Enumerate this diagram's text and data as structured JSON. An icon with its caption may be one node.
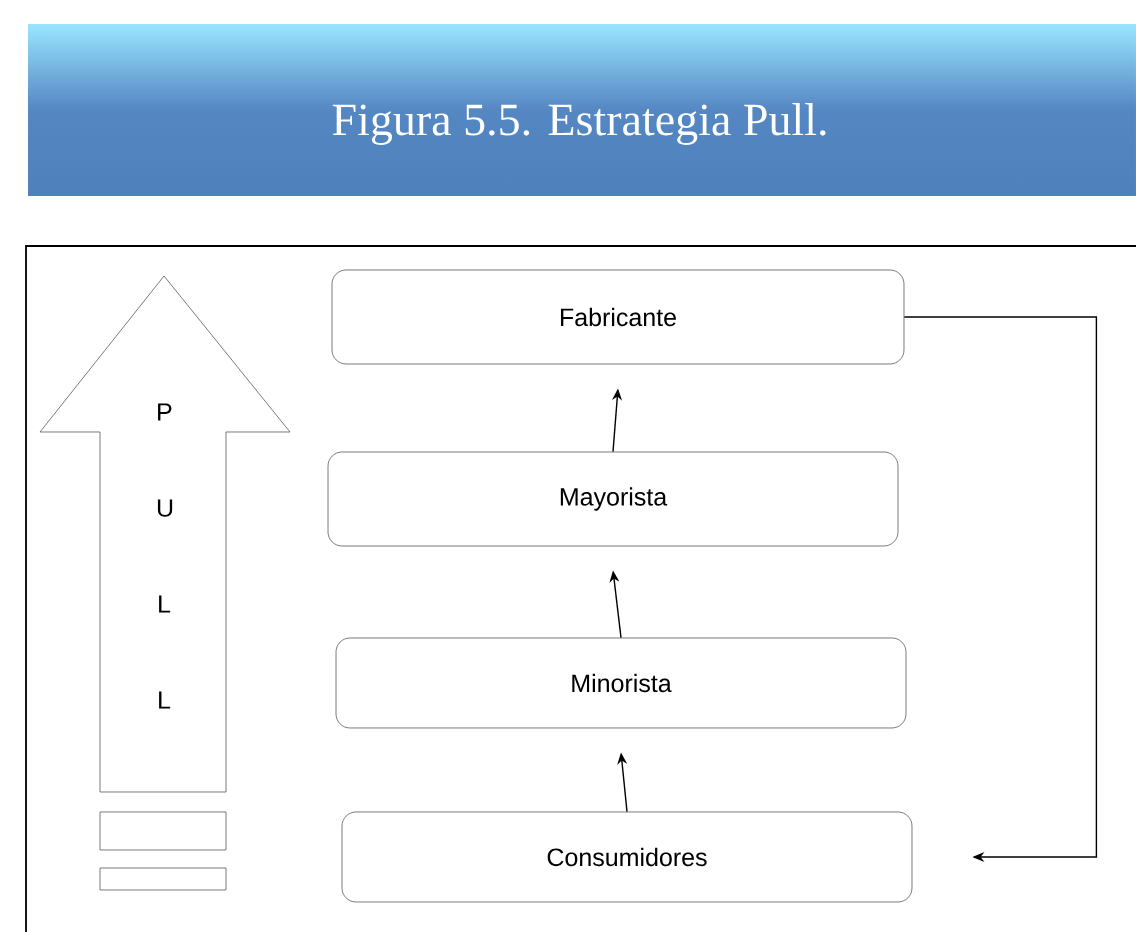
{
  "diagram": {
    "title": "Figura 5.5. Estrategia Pull.",
    "nodes": [
      {
        "text": [
          "P U L L"
        ]
      },
      {
        "text": [
          "Fabricante"
        ]
      },
      {
        "text": [
          "Mayorista"
        ]
      },
      {
        "text": [
          "Minorista"
        ]
      },
      {
        "text": [
          "Consumidores"
        ]
      }
    ],
    "edges": [
      {
        "from": 4,
        "to": 3,
        "arrow": "to"
      },
      {
        "from": 3,
        "to": 2,
        "arrow": "to"
      },
      {
        "from": 2,
        "to": 1,
        "arrow": "to"
      },
      {
        "from": 1,
        "to": 4,
        "arrow": "to"
      }
    ]
  }
}
